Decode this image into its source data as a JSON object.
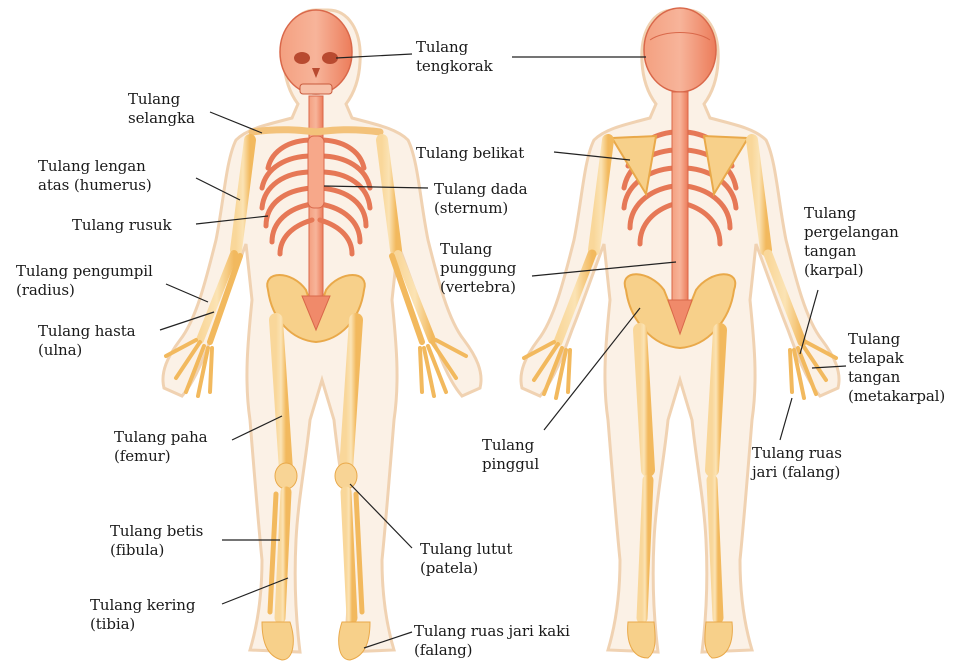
{
  "labels": {
    "skull": "Tulang\ntengkorak",
    "clavicle": "Tulang\nselangka",
    "humerus": "Tulang lengan\natas (humerus)",
    "ribs": "Tulang rusuk",
    "radius": "Tulang pengumpil\n(radius)",
    "ulna": "Tulang hasta\n(ulna)",
    "femur": "Tulang paha\n(femur)",
    "fibula": "Tulang betis\n(fibula)",
    "tibia": "Tulang kering\n(tibia)",
    "scapula": "Tulang belikat",
    "sternum": "Tulang dada\n(sternum)",
    "vertebra": "Tulang\npunggung\n(vertebra)",
    "pelvis": "Tulang\npinggul",
    "patella": "Tulang lutut\n(patela)",
    "toes": "Tulang ruas jari kaki\n(falang)",
    "carpal": "Tulang\npergelangan\ntangan\n(karpal)",
    "metacarpal": "Tulang\ntelapak\ntangan\n(metakarpal)",
    "fingers": "Tulang ruas\njari (falang)"
  },
  "colors": {
    "bone": "#f6c77a",
    "bone_edge": "#e9a94a",
    "axial": "#f08a6a",
    "axial_edge": "#d9684a",
    "body_outline": "#f4dcc4",
    "body_fill": "#fbf1e6"
  }
}
